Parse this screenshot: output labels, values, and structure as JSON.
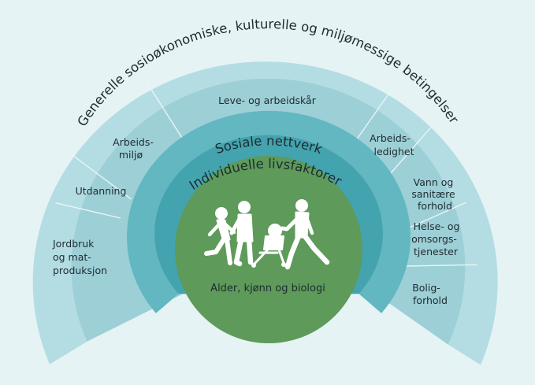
{
  "diagram": {
    "outer_arc_label": "Generelle sosioøkonomiske, kulturelle og miljømessige betingelser",
    "ring_social_label": "Sosiale nettverk",
    "ring_individual_label": "Individuelle livsfaktorer",
    "core_label": "Alder, kjønn og biologi",
    "figure_icon": "family-walking-silhouette-icon",
    "sectors": {
      "leve": "Leve- og arbeidskår",
      "arbeidsmiljo": [
        "Arbeids-",
        "miljø"
      ],
      "utdanning": "Utdanning",
      "jordbruk": [
        "Jordbruk",
        "og mat-",
        "produksjon"
      ],
      "arbeidsledighet": [
        "Arbeids-",
        "ledighet"
      ],
      "vann": [
        "Vann og",
        "sanitære",
        "forhold"
      ],
      "helse": [
        "Helse- og",
        "omsorgs-",
        "tjenester"
      ],
      "bolig": [
        "Bolig-",
        "forhold"
      ]
    },
    "colors": {
      "background": "#e6f3f4",
      "outer_band": "#b3dde3",
      "sector_band": "#9dcfd6",
      "social_ring": "#62b7c1",
      "individual_ring": "#43a3ae",
      "core": "#5e9a5a",
      "divider": "#e9f5f6"
    }
  }
}
